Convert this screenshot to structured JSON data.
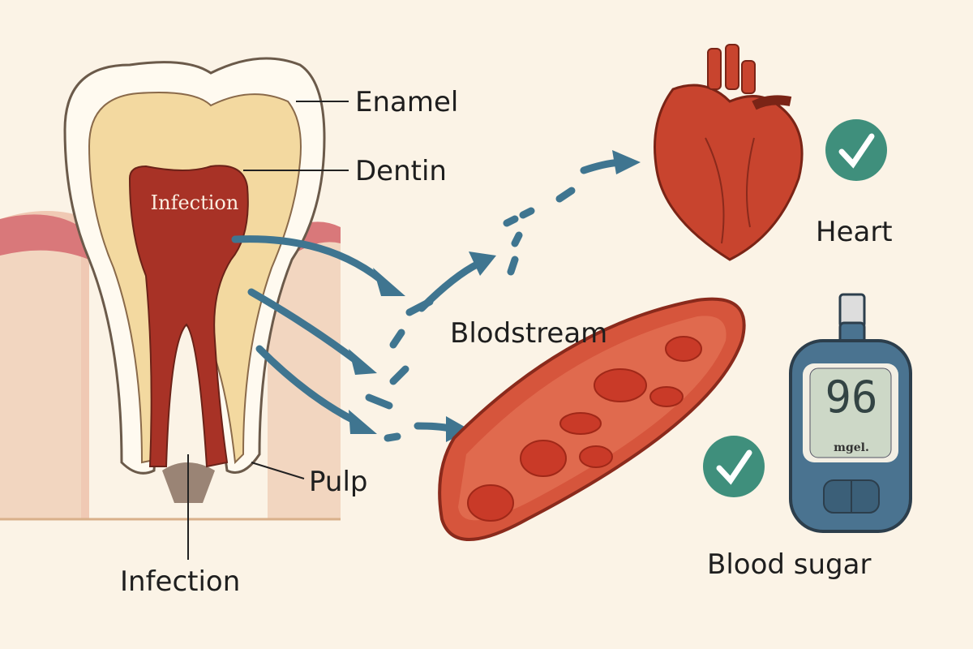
{
  "labels": {
    "enamel": "Enamel",
    "dentin": "Dentin",
    "pulp": "Pulp",
    "infection_tooth": "Infection",
    "infection_bottom": "Infection",
    "bloodstream": "Blodstream",
    "heart": "Heart",
    "blood_sugar": "Blood sugar"
  },
  "meter": {
    "reading": "96",
    "unit": "mgel."
  },
  "colors": {
    "background": "#fbf3e6",
    "blood": "#c8442e",
    "arrow": "#3f7590",
    "check": "#3f8f7c",
    "meter": "#4a7390"
  }
}
